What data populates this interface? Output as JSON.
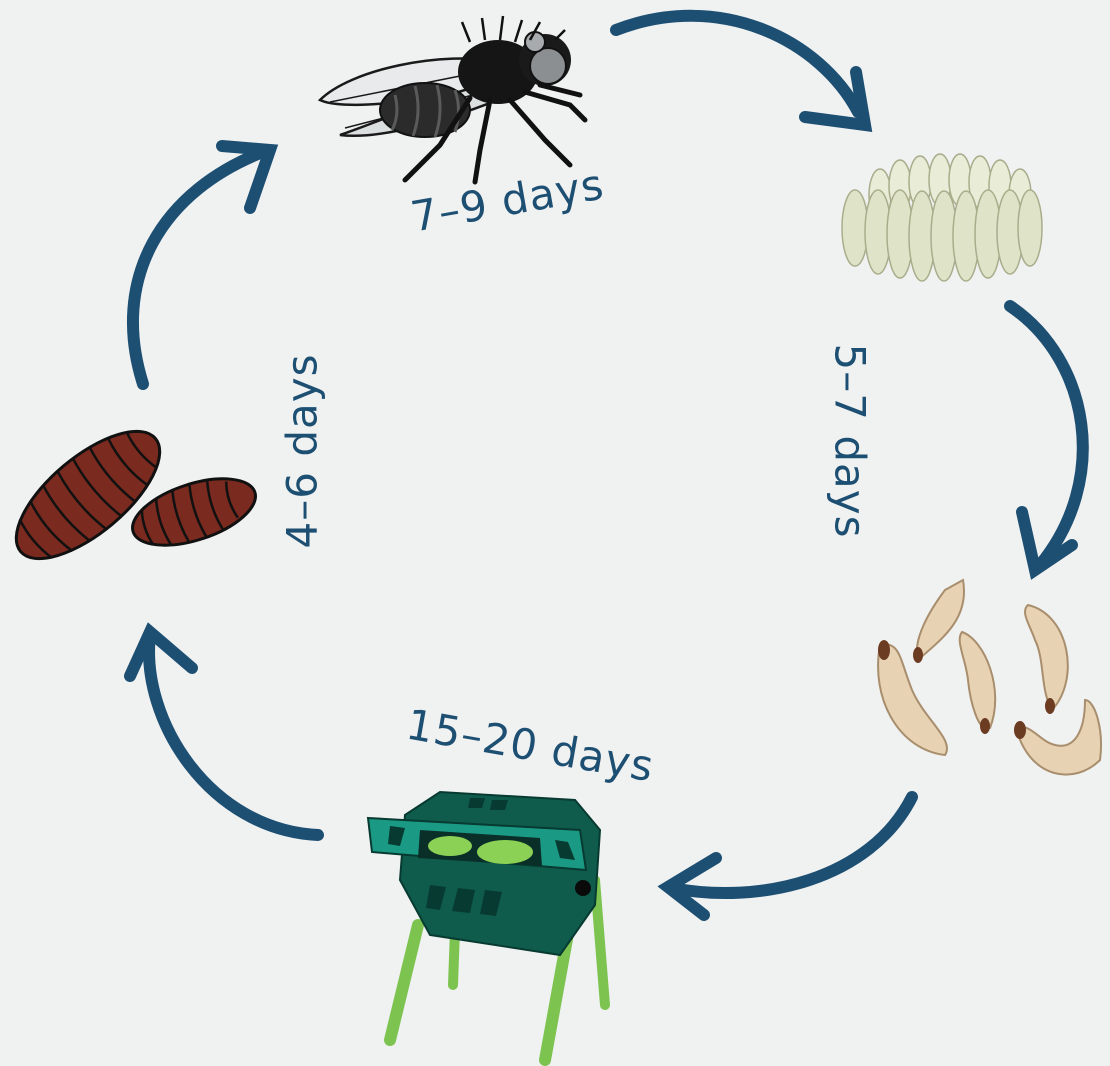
{
  "stages": [
    {
      "id": "adult-fly",
      "duration": "7–9 days"
    },
    {
      "id": "eggs",
      "duration": "5–7 days"
    },
    {
      "id": "larvae",
      "duration": "15–20 days"
    },
    {
      "id": "pupae",
      "duration": "4–6 days"
    }
  ],
  "colors": {
    "background": "#f0f1f1",
    "arrow": "#1d4f73",
    "label": "#1d4f73",
    "fly_body": "#1a1a1a",
    "egg": "#dfe3c8",
    "larva": "#e7d3b4",
    "pupa": "#7a2a1e",
    "composter": "#0f5c4c",
    "composter_legs": "#7cc34f"
  },
  "icons": [
    "fly-icon",
    "eggs-icon",
    "larvae-icon",
    "composter-icon",
    "pupae-icon"
  ]
}
